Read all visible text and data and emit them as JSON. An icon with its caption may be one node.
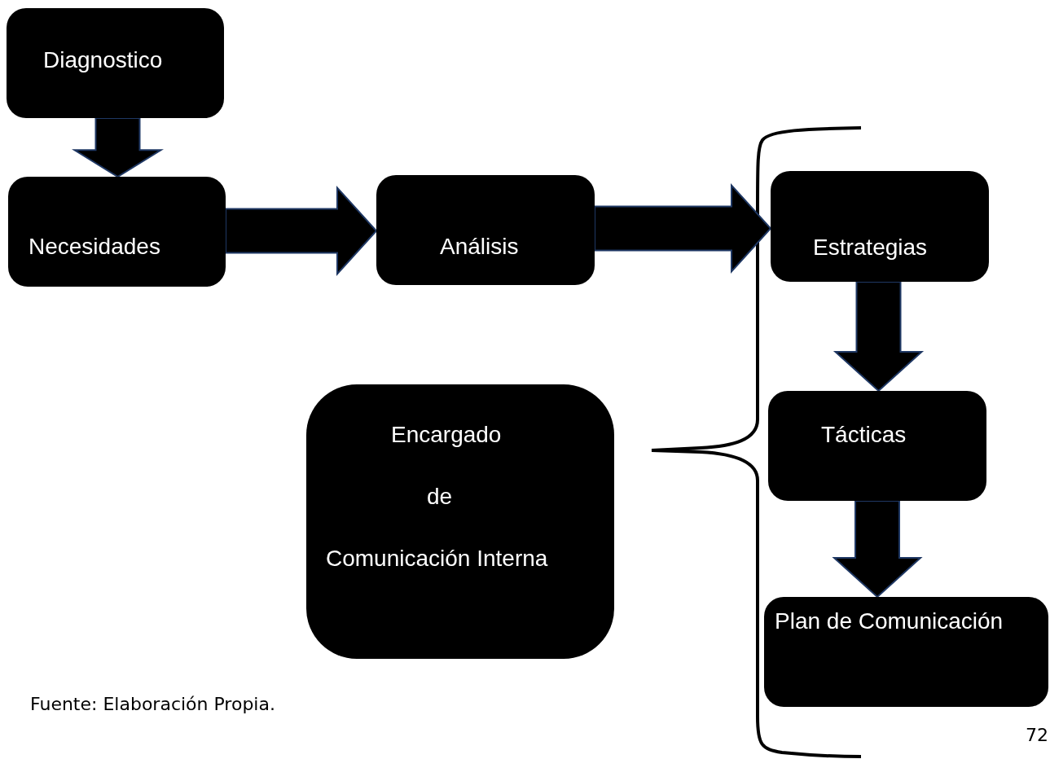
{
  "diagram": {
    "nodes": [
      {
        "text": [
          "Diagnostico"
        ]
      },
      {
        "text": [
          "Necesidades"
        ]
      },
      {
        "text": [
          "Análisis"
        ]
      },
      {
        "text": [
          "Estrategias"
        ]
      },
      {
        "text": [
          "Tácticas"
        ]
      },
      {
        "text": [
          "Plan de Comunicación"
        ]
      },
      {
        "text": [
          "Encargado",
          "de",
          "Comunicación Interna"
        ]
      }
    ],
    "edges": [
      {
        "from": 0,
        "to": 1,
        "arrow": "to"
      },
      {
        "from": 1,
        "to": 2,
        "arrow": "to"
      },
      {
        "from": 2,
        "to": 3,
        "arrow": "to"
      },
      {
        "from": 3,
        "to": 4,
        "arrow": "to"
      },
      {
        "from": 4,
        "to": 5,
        "arrow": "to"
      }
    ],
    "labels": [
      "Fuente: Elaboración Propia.",
      "72"
    ]
  }
}
